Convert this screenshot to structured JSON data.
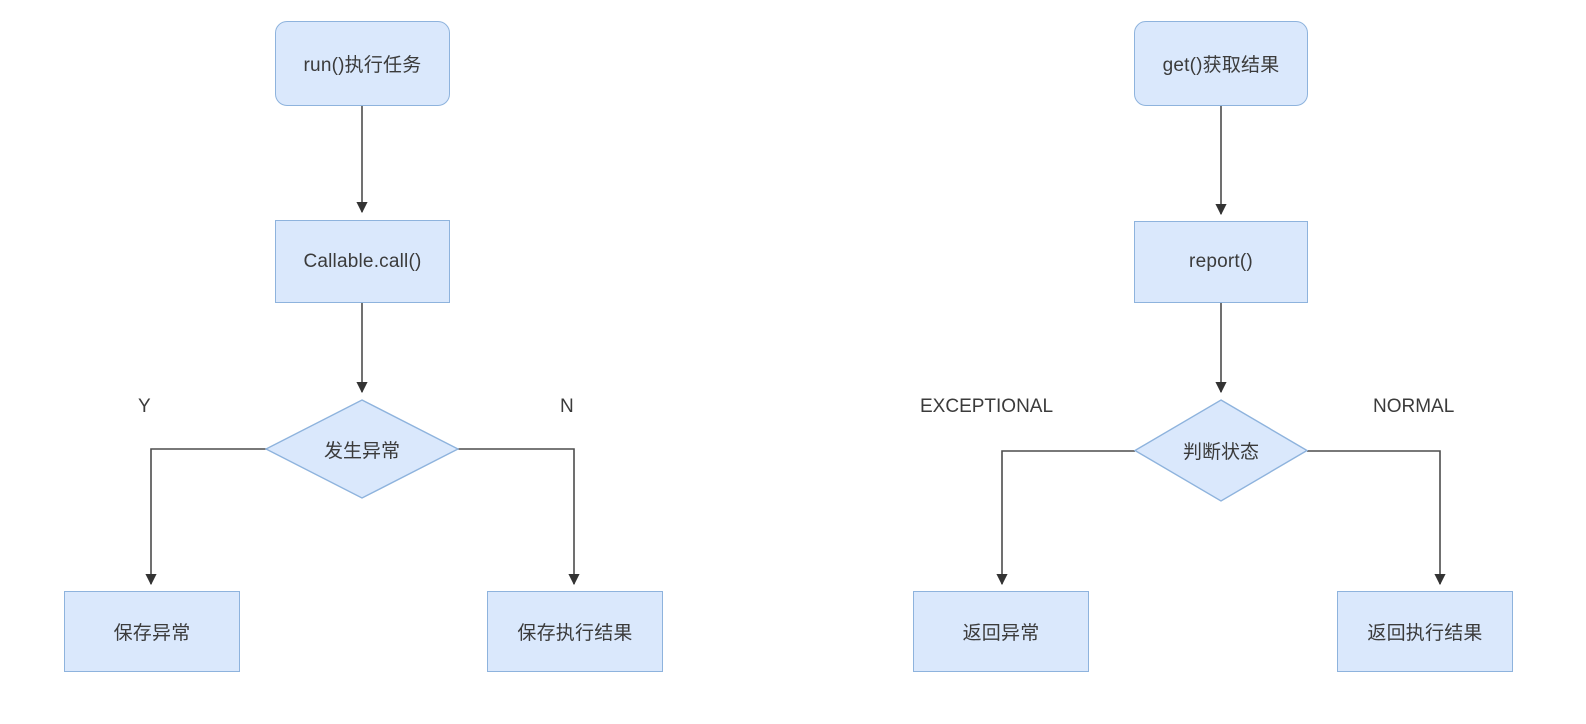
{
  "diagram": {
    "type": "flowchart",
    "background_color": "#ffffff",
    "node_fill_color": "#dae8fc",
    "node_border_color": "#8eb3dd",
    "edge_color": "#4d4d4d",
    "text_color": "#3b3b3b",
    "flows": [
      {
        "id": "left-flow",
        "name": "task-execution-flow",
        "nodes": [
          {
            "id": "run",
            "label": "run()执行任务",
            "shape": "rounded-rect"
          },
          {
            "id": "call",
            "label": "Callable.call()",
            "shape": "rect"
          },
          {
            "id": "exception",
            "label": "发生异常",
            "shape": "diamond"
          },
          {
            "id": "save-exception",
            "label": "保存异常",
            "shape": "rect"
          },
          {
            "id": "save-result",
            "label": "保存执行结果",
            "shape": "rect"
          }
        ],
        "edge_labels": [
          {
            "id": "yes",
            "label": "Y"
          },
          {
            "id": "no",
            "label": "N"
          }
        ]
      },
      {
        "id": "right-flow",
        "name": "result-retrieval-flow",
        "nodes": [
          {
            "id": "get",
            "label": "get()获取结果",
            "shape": "rounded-rect"
          },
          {
            "id": "report",
            "label": "report()",
            "shape": "rect"
          },
          {
            "id": "state",
            "label": "判断状态",
            "shape": "diamond"
          },
          {
            "id": "return-exception",
            "label": "返回异常",
            "shape": "rect"
          },
          {
            "id": "return-result",
            "label": "返回执行结果",
            "shape": "rect"
          }
        ],
        "edge_labels": [
          {
            "id": "exceptional",
            "label": "EXCEPTIONAL"
          },
          {
            "id": "normal",
            "label": "NORMAL"
          }
        ]
      }
    ]
  }
}
